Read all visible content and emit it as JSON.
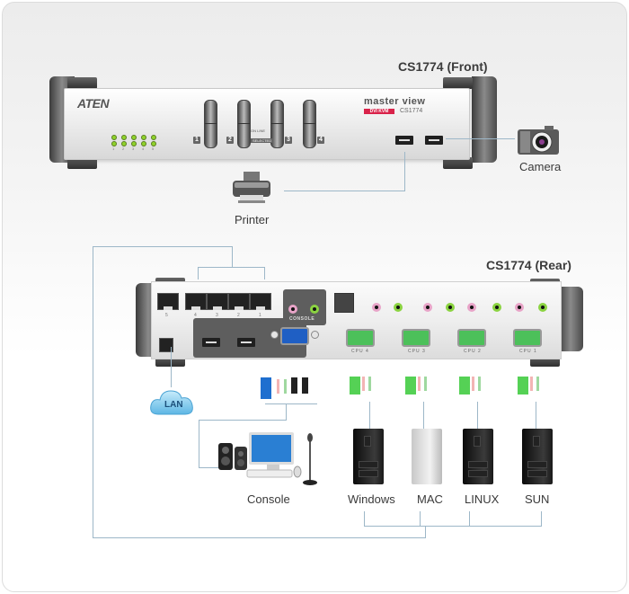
{
  "front": {
    "title": "CS1774 (Front)",
    "brand": "ATEN",
    "product_line": "master view",
    "model": "CS1774",
    "badge": "DVI KVM",
    "switch_numbers": [
      "1",
      "2",
      "3",
      "4"
    ],
    "switch_labels": [
      "ON LINE",
      "SELECTED"
    ],
    "led_numbers": [
      "1",
      "2",
      "3",
      "4",
      "5"
    ],
    "usb_ports": 2,
    "peripherals": [
      {
        "label": "Printer",
        "icon": "printer-icon"
      },
      {
        "label": "Camera",
        "icon": "camera-icon"
      }
    ]
  },
  "rear": {
    "title": "CS1774 (Rear)",
    "rj_port_numbers": [
      "5",
      "4",
      "3",
      "2",
      "1"
    ],
    "console_label": "CONSOLE",
    "cpu_ports": [
      "CPU 4",
      "CPU 3",
      "CPU 2",
      "CPU 1"
    ]
  },
  "lan": {
    "label": "LAN"
  },
  "console": {
    "label": "Console"
  },
  "computers": [
    {
      "label": "Windows",
      "type": "tower"
    },
    {
      "label": "MAC",
      "type": "mac-pro"
    },
    {
      "label": "LINUX",
      "type": "tower"
    },
    {
      "label": "SUN",
      "type": "tower"
    }
  ],
  "colors": {
    "wire": "#9db7c8",
    "vga_console": "#1f5fc4",
    "vga_cpu": "#4cc05a",
    "mic_jack": "#e8a4c8",
    "spk_jack": "#8bd341",
    "led": "#8fd22b"
  }
}
